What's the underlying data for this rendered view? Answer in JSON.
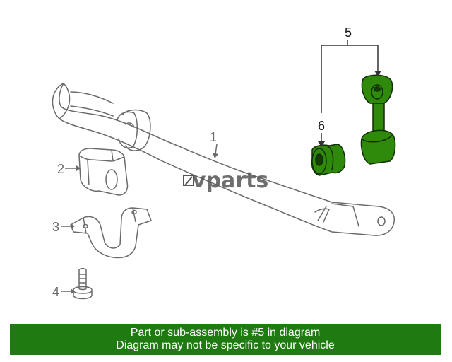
{
  "diagram": {
    "watermark": "vparts",
    "callouts": [
      {
        "id": "1",
        "label": "1"
      },
      {
        "id": "2",
        "label": "2"
      },
      {
        "id": "3",
        "label": "3"
      },
      {
        "id": "4",
        "label": "4"
      },
      {
        "id": "5",
        "label": "5"
      },
      {
        "id": "6",
        "label": "6"
      }
    ],
    "highlight_color": "#2f8a0c",
    "highlight_dark": "#0f2e04",
    "line_color": "#6a6a6a"
  },
  "banner": {
    "line1": "Part or sub-assembly is #5 in diagram",
    "line2": "Diagram may not be specific to your vehicle",
    "background": "#1f7a11",
    "text_color": "#ffffff"
  }
}
